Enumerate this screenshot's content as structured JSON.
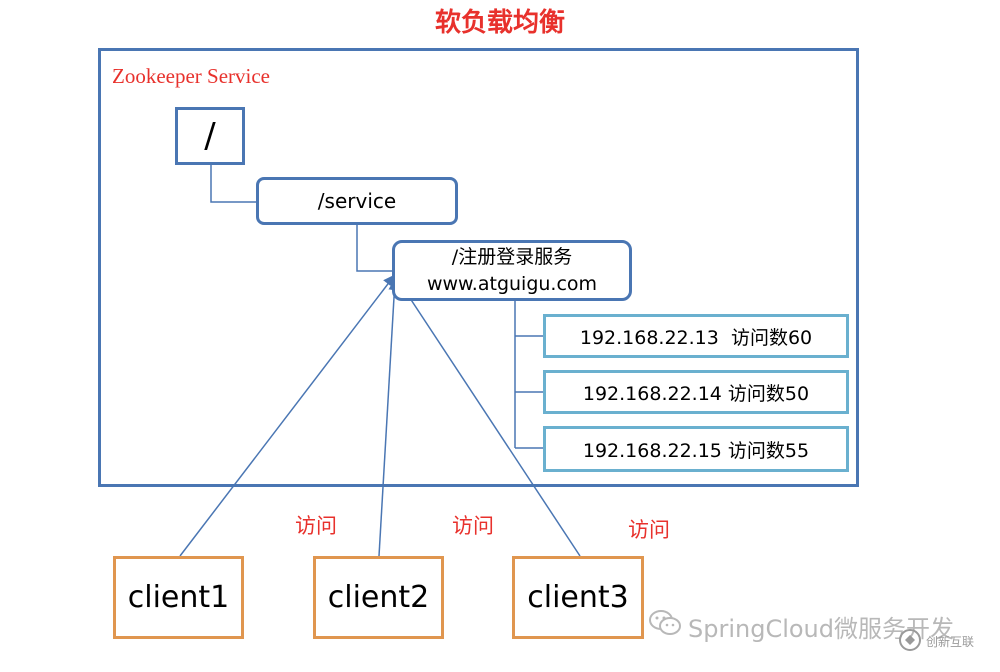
{
  "title": "软负载均衡",
  "service": {
    "label": "Zookeeper Service",
    "root": "/",
    "service_node": "/service",
    "registry": {
      "name": "/注册登录服务",
      "url": "www.atguigu.com"
    },
    "servers": [
      "192.168.22.13  访问数60",
      "192.168.22.14 访问数50",
      "192.168.22.15 访问数55"
    ]
  },
  "clients": [
    "client1",
    "client2",
    "client3"
  ],
  "visit_labels": [
    "访问",
    "访问",
    "访问"
  ],
  "watermark": {
    "text": "SpringCloud微服务开发",
    "badge": "创新互联"
  },
  "colors": {
    "title": "#e8312c",
    "box_border": "#4a76b3",
    "server_border": "#6ab0cf",
    "client_border": "#e0964f",
    "line": "#4a76b3"
  }
}
